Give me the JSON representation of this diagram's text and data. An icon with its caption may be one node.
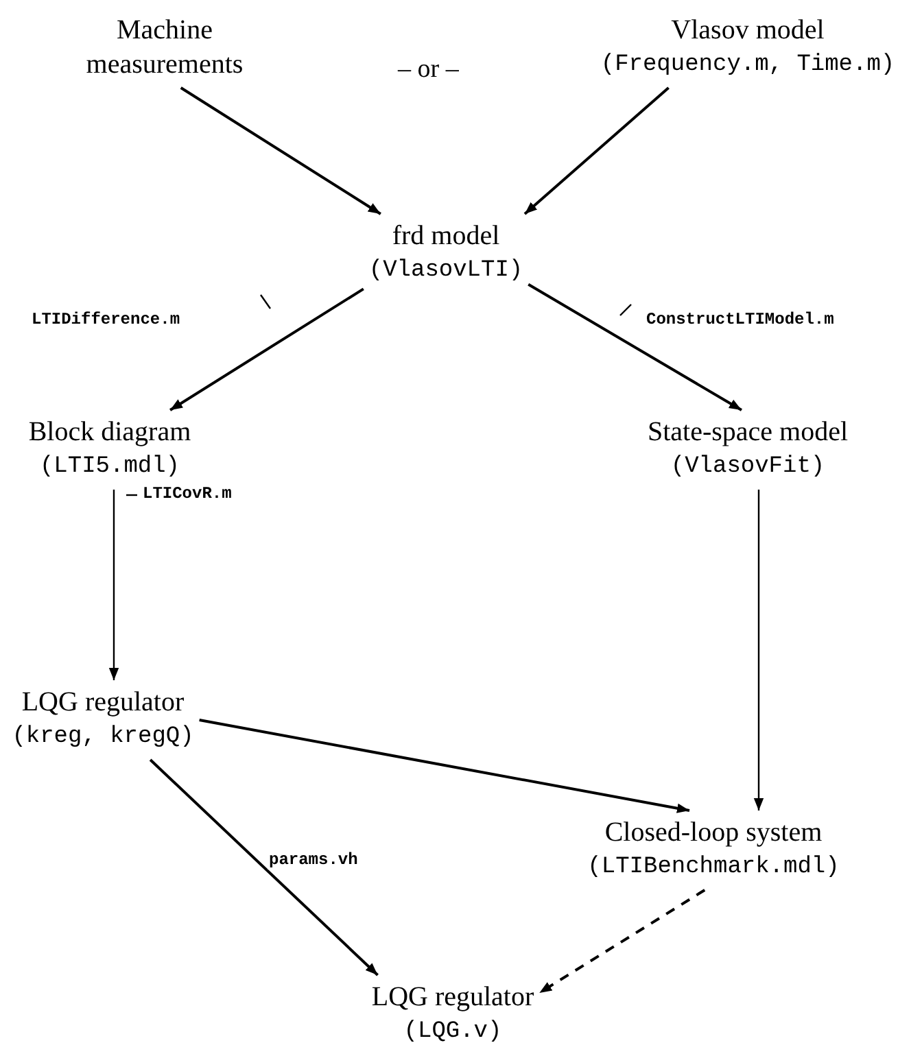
{
  "diagram": {
    "nodes": [
      {
        "text": [
          "Machine measurements"
        ]
      },
      {
        "text": [
          "Vlasov model",
          "(Frequency.m, Time.m)"
        ]
      },
      {
        "text": [
          "frd model",
          "(VlasovLTI)"
        ]
      },
      {
        "text": [
          "Block diagram",
          "(LTI5.mdl)"
        ]
      },
      {
        "text": [
          "State-space model",
          "(VlasovFit)"
        ]
      },
      {
        "text": [
          "LQG regulator",
          "(kreg, kregQ)"
        ]
      },
      {
        "text": [
          "Closed-loop system",
          "(LTIBenchmark.mdl)"
        ]
      },
      {
        "text": [
          "LQG regulator",
          "(LQG.v)"
        ]
      }
    ],
    "edges": [
      {
        "from": 0,
        "to": 2,
        "arrow": "to"
      },
      {
        "from": 1,
        "to": 2,
        "arrow": "to"
      },
      {
        "from": 2,
        "to": 3,
        "arrow": "to",
        "label": "LTIDifference.m"
      },
      {
        "from": 2,
        "to": 4,
        "arrow": "to",
        "label": "ConstructLTIModel.m"
      },
      {
        "from": 3,
        "to": 5,
        "arrow": "to",
        "label": "LTICovR.m"
      },
      {
        "from": 4,
        "to": 6,
        "arrow": "to"
      },
      {
        "from": 5,
        "to": 6,
        "arrow": "to"
      },
      {
        "from": 5,
        "to": 7,
        "arrow": "to",
        "label": "params.vh"
      },
      {
        "from": 6,
        "to": 7,
        "arrow": "to",
        "style": "dashed"
      }
    ],
    "labels": [
      "– or –"
    ]
  }
}
